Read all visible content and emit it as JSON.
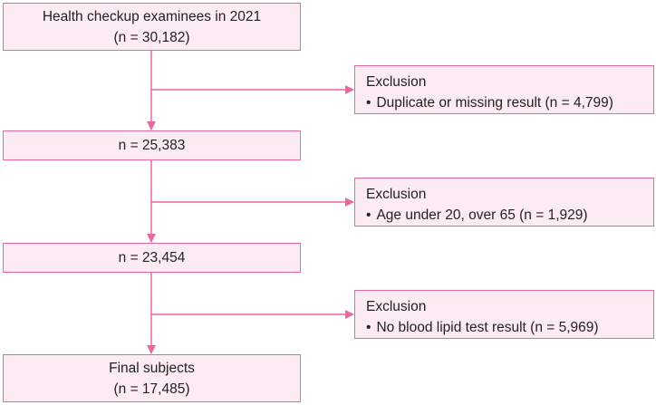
{
  "colors": {
    "border": "#e8679e",
    "fill": "#fcebf3",
    "arrow": "#e8679e"
  },
  "boxes": [
    {
      "line1": "Health checkup examinees in 2021",
      "line2": "(n = 30,182)"
    },
    {
      "line1": "n = 25,383"
    },
    {
      "line1": "n = 23,454"
    },
    {
      "line1": "Final subjects",
      "line2": "(n = 17,485)"
    }
  ],
  "exclusions": [
    {
      "title": "Exclusion",
      "bullet": "•",
      "item": "Duplicate or missing result (n = 4,799)"
    },
    {
      "title": "Exclusion",
      "bullet": "•",
      "item": "Age under 20, over 65 (n = 1,929)"
    },
    {
      "title": "Exclusion",
      "bullet": "•",
      "item": "No blood lipid test result (n = 5,969)"
    }
  ]
}
